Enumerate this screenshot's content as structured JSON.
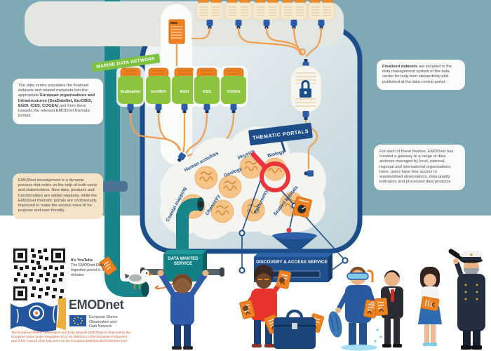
{
  "banner": {
    "marine_data_network": "MARINE DATA NETWORK"
  },
  "databases": [
    "SeaDataNet",
    "EurOBIS",
    "EGDI",
    "ICES",
    "COGEA"
  ],
  "sign": {
    "thematic_portals": "THEMATIC PORTALS"
  },
  "themes": [
    "Human activities",
    "Geology",
    "Physics",
    "Biology",
    "Coastal mapping",
    "Chemistry",
    "Bathymetry",
    "Seabed habitats"
  ],
  "services": {
    "data_wanted": "DATA WANTED SERVICE",
    "discovery": "DISCOVERY & ACCESS SERVICE"
  },
  "callouts": {
    "data_centre": {
      "pre": "The data centre populates the finalised datasets and related metadata into the appropriate ",
      "bold": "European organisations and Infrastructures (SeaDataNet, EurOBIS, EGDI, ICES, COGEA)",
      "post": " and from there towards the relevant EMODnet thematic portals."
    },
    "development": "EMODnet development is a dynamic process that relies on the help of both users and stakeholders. New data, products and functionalities are added regularly, while the EMODnet thematic portals are continuously improved to make the service more fit for purpose and user friendly.",
    "finalised": {
      "bold": "Finalised datasets",
      "post": " are included in the data management system of the data centre for long term stewardship and published at the data central portal."
    },
    "themes_gateway": "For each of these themes, EMODnet has created a gateway to a range of data archives managed by local, national, regional and international organisations. Here, users have free access to standardised observations, data quality indicators and processed data products."
  },
  "youtube": {
    "bold": "It's YouTube",
    "text": "The EMODnet Data Ingestion portal in 3 minutes"
  },
  "logo": {
    "name": "EMODnet",
    "subtitle": "European Marine Observation and Data Network"
  },
  "footer": "The European Marine Observation and Data Network (EMODnet) is financed by the European Union under Regulation (EU) No 508/2014 of the European Parliament and of the Council of 15 May 2014 on the European Maritime and Fisheries Fund.",
  "colors": {
    "background_top": "#7fa9b5",
    "band_gray": "#e4e6e2",
    "frame_blue": "#1c4e8a",
    "teal": "#17858a",
    "green": "#8cc43f",
    "orange": "#ef8122",
    "wire_orange": "#f0a254",
    "red": "#e8343a",
    "tan": "#f5e3c6"
  }
}
